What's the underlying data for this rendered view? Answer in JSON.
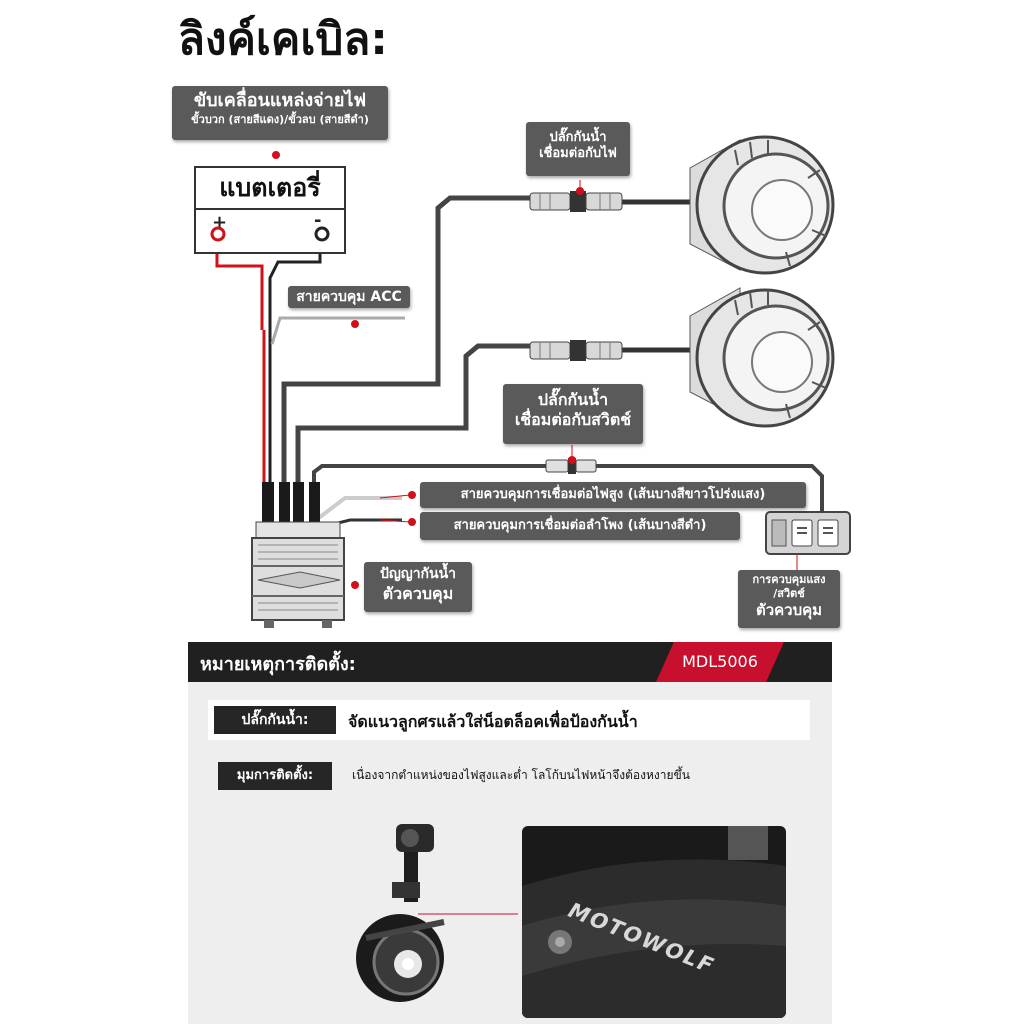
{
  "title": "ลิงค์เคเบิล:",
  "power": {
    "line1": "ขับเคลื่อนแหล่งจ่ายไฟ",
    "line2": "ขั้วบวก (สายสีแดง)/ขั้วลบ (สายสีดำ)"
  },
  "battery": {
    "label": "แบตเตอรี่",
    "plus": "+",
    "minus": "-"
  },
  "acc_label": "สายควบคุม ACC",
  "plug_light": {
    "line1": "ปลั๊กกันน้ำ",
    "line2": "เชื่อมต่อกับไฟ"
  },
  "plug_switch": {
    "line1": "ปลั๊กกันน้ำ",
    "line2": "เชื่อมต่อกับสวิตช์"
  },
  "wire_high": "สายควบคุมการเชื่อมต่อไฟสูง (เส้นบางสีขาวโปร่งแสง)",
  "wire_horn": "สายควบคุมการเชื่อมต่อลำโพง (เส้นบางสีดำ)",
  "controller": {
    "line1": "ปัญญากันน้ำ",
    "line2": "ตัวควบคุม"
  },
  "switch_ctrl": {
    "line1": "การควบคุมแสง",
    "line2": "/สวิตช์",
    "line3": "ตัวควบคุม"
  },
  "notes": {
    "heading": "หมายเหตุการติดตั้ง:",
    "model": "MDL5006",
    "plug_label": "ปลั๊กกันน้ำ:",
    "plug_text": "จัดแนวลูกศรแล้วใส่น็อตล็อคเพื่อป้องกันน้ำ",
    "angle_label": "มุมการติดตั้ง:",
    "angle_text": "เนื่องจากตำแหน่งของไฟสูงและต่ำ โลโก้บนไฟหน้าจึงต้องหงายขึ้น"
  },
  "closeup": {
    "brand": "MOTOWOLF"
  },
  "colors": {
    "accent": "#c8102e",
    "tag": "#5a5a5a",
    "wire": "#444444",
    "positive_wire": "#d0101a"
  }
}
